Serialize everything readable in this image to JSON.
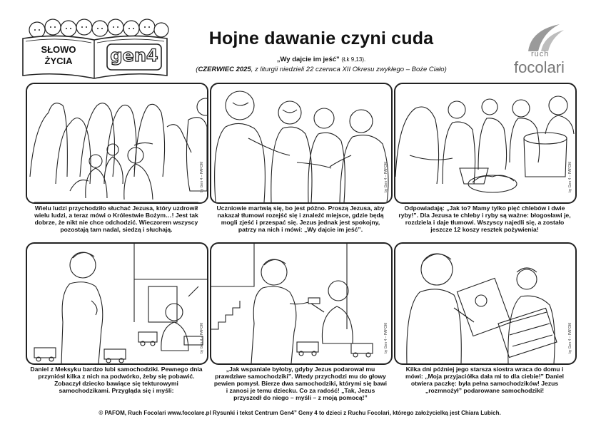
{
  "header": {
    "title": "Hojne dawanie czyni cuda",
    "quote": "„Wy dajcie im jeść”",
    "quote_ref": "(Łk 9,13).",
    "liturgy_prefix": "(",
    "liturgy_month": "CZERWIEC  2025",
    "liturgy_rest": ", z liturgii niedzieli 22 czerwca XII Okresu zwykłego – Boże Ciało)"
  },
  "logo_left": {
    "line1": "SŁOWO",
    "line2": "ŻYCIA",
    "brand": "gen4"
  },
  "logo_right": {
    "small": "ruch",
    "big": "focolari"
  },
  "panels": [
    {
      "caption": "Wielu ludzi przychodziło słuchać Jezusa, który uzdrowił wielu ludzi, a teraz mówi o Królestwie Bożym…! Jest tak dobrze, że nikt nie chce odchodzić. Wieczorem wszyscy pozostają tam nadal, siedzą i słuchają."
    },
    {
      "caption": "Uczniowie martwią się, bo jest późno. Proszą Jezusa, aby nakazał tłumowi rozejść się i znaleźć miejsce, gdzie będą mogli zjeść i przespać się. Jezus jednak jest spokojny, patrzy na nich i mówi: „Wy dajcie im jeść”."
    },
    {
      "caption": "Odpowiadają: „Jak to? Mamy tylko pięć chlebów i dwie ryby!”. Dla Jezusa te chleby i ryby są ważne: błogosławi je, rozdziela i daje tłumowi. Wszyscy najedli się, a zostało jeszcze 12 koszy resztek pożywienia!"
    },
    {
      "caption": "Daniel z Meksyku bardzo lubi samochodziki. Pewnego dnia przyniósł kilka z nich na podwórko, żeby się pobawić. Zobaczył dziecko bawiące się tekturowymi samochodzikami. Przygląda się i myśli:"
    },
    {
      "caption": "„Jak wspaniale byłoby, gdyby Jezus podarował mu prawdziwe samochodziki”. Wtedy przychodzi mu do głowy pewien pomysł. Bierze dwa samochodziki, którymi się bawi i zanosi je temu dziecku. Co za radość! „Tak, Jezus przyszedł do niego – myśli – z moją pomocą!”"
    },
    {
      "caption": "Kilka dni później jego starsza siostra wraca do domu i mówi: „Moja przyjaciółka dała mi to dla ciebie!” Daniel otwiera paczkę: była pełna samochodzików! Jezus „rozmnożył” podarowane samochodziki!"
    }
  ],
  "credit": "by Gen 4 – PAFOM",
  "footer": "© PAFOM, Ruch Focolari www.focolare.pl    Rysunki i tekst Centrum Gen4”    Geny 4 to dzieci z Ruchu Focolari, którego założycielką jest Chiara Lubich."
}
